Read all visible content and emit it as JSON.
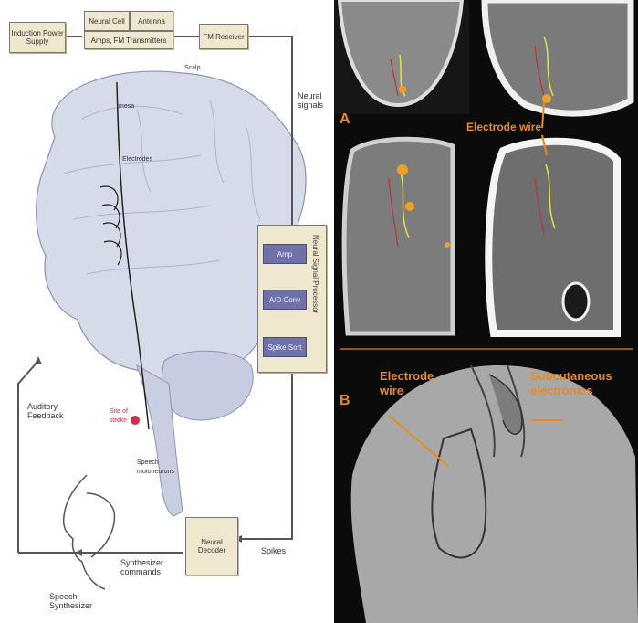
{
  "left_diagram": {
    "induction_power_supply": "Induction Power Supply",
    "amp_top": "Neural Cell",
    "antenna": "Antenna",
    "fm_receiver": "FM Receiver",
    "transmitter": "Amps, FM Transmitters",
    "scalp": "Scalp",
    "neural_signals": "Neural signals",
    "mesa": "mesa",
    "electrodes": "Electrodes",
    "neural_processor_title": "Neural Signal Processor",
    "amp": "Amp",
    "ad_conv": "A/D Conv",
    "spike_sort": "Spike Sort",
    "auditory_feedback": "Auditory Feedback",
    "site_of_stroke": "Site of stroke",
    "speech_motoneurons": "Speech motoneurons",
    "neural_decoder": "Neural Decoder",
    "spikes": "Spikes",
    "synthesizer_commands": "Synthesizer commands",
    "speech_synthesizer": "Speech Synthesizer"
  },
  "right_panel": {
    "label_a": "A",
    "label_b": "B",
    "electrode_wire_a": "Electrode wire",
    "electrode_wire_b": "Electrode wire",
    "subcutaneous_electronics": "Subcutaneous electronics"
  },
  "colors": {
    "accent_orange": "#e98a1e",
    "brain": "#d6dbea",
    "processor_box": "#6f72a8"
  }
}
